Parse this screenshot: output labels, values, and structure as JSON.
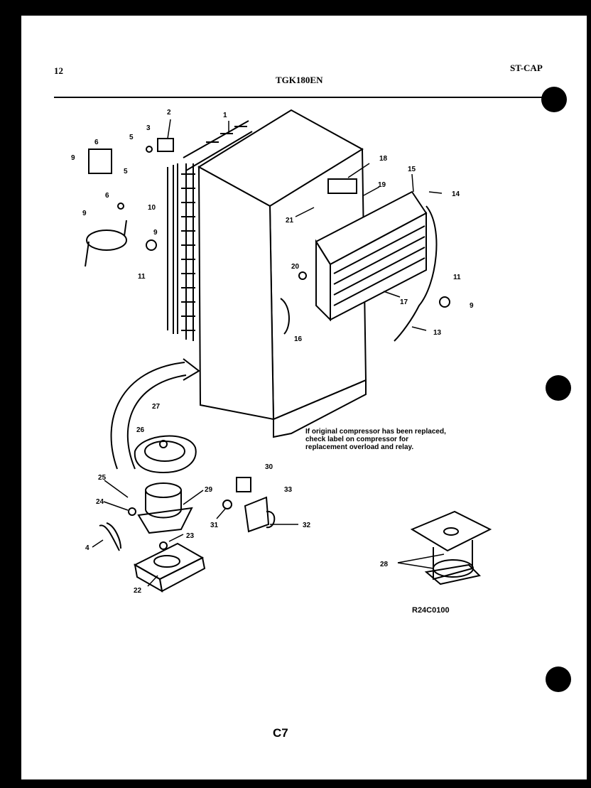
{
  "header": {
    "page_number": "12",
    "model": "TGK180EN",
    "section": "ST-CAP"
  },
  "note": "If original compressor has been replaced, check label on compressor for replacement overload and relay.",
  "diagram_code": "R24C0100",
  "page_code": "C7",
  "part_labels": [
    "1",
    "2",
    "3",
    "5",
    "5",
    "6",
    "6",
    "9",
    "9",
    "10",
    "9",
    "11",
    "18",
    "15",
    "19",
    "14",
    "21",
    "20",
    "16",
    "17",
    "11",
    "9",
    "13",
    "27",
    "26",
    "25",
    "29",
    "30",
    "33",
    "24",
    "31",
    "32",
    "23",
    "4",
    "22",
    "28"
  ],
  "colors": {
    "ink": "#000000",
    "paper": "#ffffff"
  }
}
